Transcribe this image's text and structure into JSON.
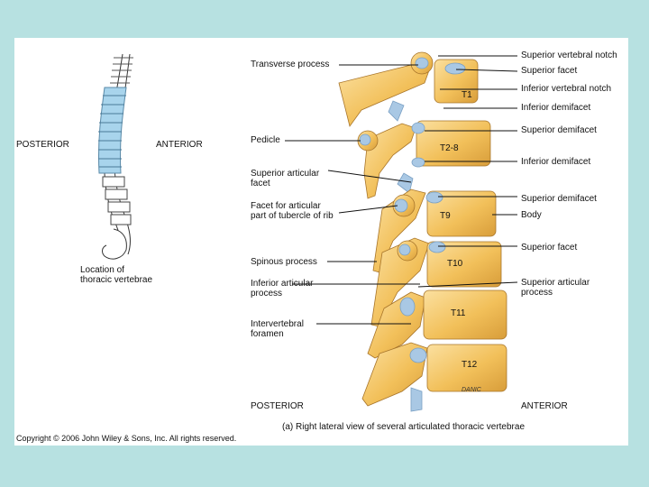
{
  "left_figure": {
    "posterior": "POSTERIOR",
    "anterior": "ANTERIOR",
    "location_caption": "Location of\nthoracic vertebrae"
  },
  "labels_left": {
    "transverse_process": "Transverse process",
    "pedicle": "Pedicle",
    "superior_articular_facet": "Superior articular\nfacet",
    "facet_for_articular": "Facet for articular\npart of tubercle of rib",
    "spinous_process": "Spinous process",
    "inferior_articular_process": "Inferior articular\nprocess",
    "intervertebral_foramen": "Intervertebral\nforamen"
  },
  "labels_right": {
    "superior_vertebral_notch": "Superior vertebral notch",
    "superior_facet_1": "Superior facet",
    "inferior_vertebral_notch": "Inferior vertebral notch",
    "inferior_demifacet_1": "Inferior demifacet",
    "superior_demifacet_1": "Superior demifacet",
    "inferior_demifacet_2": "Inferior demifacet",
    "superior_demifacet_2": "Superior demifacet",
    "body": "Body",
    "superior_facet_2": "Superior facet",
    "superior_articular_process": "Superior articular\nprocess"
  },
  "vertebra_labels": [
    "T1",
    "T2-8",
    "T9",
    "T10",
    "T11",
    "T12"
  ],
  "bottom": {
    "posterior": "POSTERIOR",
    "anterior": "ANTERIOR",
    "figure_caption": "(a) Right lateral view of several articulated thoracic vertebrae",
    "copyright": "Copyright © 2006 John Wiley & Sons, Inc. All rights reserved.",
    "signature": "DANIC"
  },
  "colors": {
    "background": "#b7e1e1",
    "bone": "#f2c05a",
    "bone_dark": "#d39a33",
    "facet": "#a9c8e4",
    "thoracic_highlight": "#a8d4ec"
  }
}
